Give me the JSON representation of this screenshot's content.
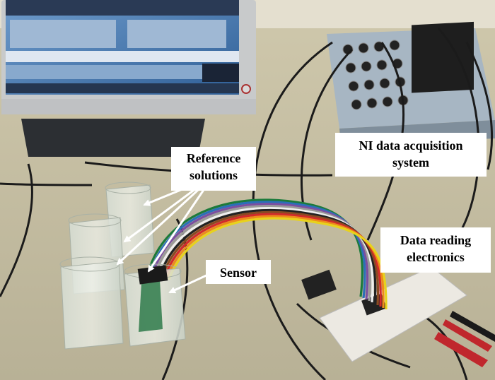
{
  "labels": {
    "reference": [
      "Reference",
      "solutions"
    ],
    "ni": [
      "NI data acquisition",
      "system"
    ],
    "data_reading": [
      "Data reading",
      "electronics"
    ],
    "sensor": "Sensor"
  },
  "colors": {
    "arrow": "#ffffff",
    "table": "#d6cfb5",
    "wall": "#e9e4d4",
    "monitor_frame": "#c9cbcc",
    "screen": "#5a86b4",
    "daq_box": "#a9b7c4"
  },
  "icons": [
    "arrow-icon"
  ]
}
